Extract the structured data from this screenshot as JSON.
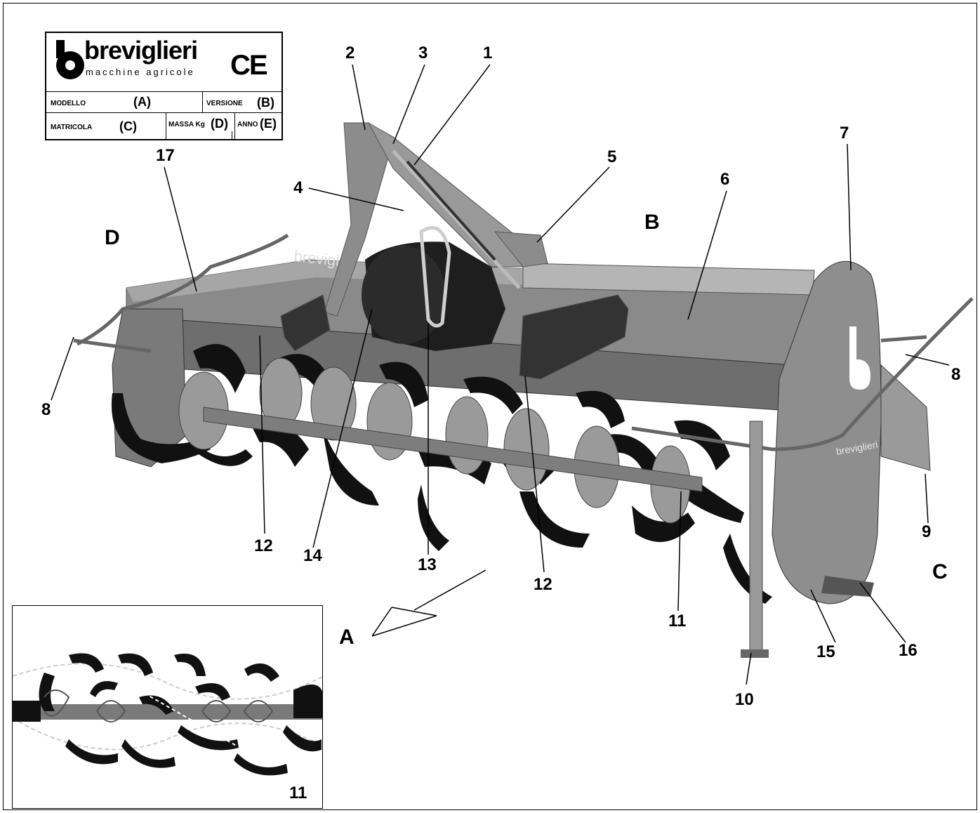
{
  "plate": {
    "brand": "breviglieri",
    "subtitle": "macchine agricole",
    "mark": "CE",
    "modello_label": "MODELLO",
    "modello_value": "(A)",
    "versione_label": "VERSIONE",
    "versione_value": "(B)",
    "matricola_label": "MATRICOLA",
    "matricola_value": "(C)",
    "massa_label": "MASSA Kg",
    "massa_value": "(D)",
    "anno_label": "ANNO",
    "anno_value": "(E)"
  },
  "callouts": {
    "n1": "1",
    "n2": "2",
    "n3": "3",
    "n4": "4",
    "n5": "5",
    "n6": "6",
    "n7": "7",
    "n8a": "8",
    "n8b": "8",
    "n9": "9",
    "n10": "10",
    "n11a": "11",
    "n11b": "11",
    "n12a": "12",
    "n12b": "12",
    "n13": "13",
    "n14": "14",
    "n15": "15",
    "n16": "16",
    "n17": "17"
  },
  "views": {
    "a": "A",
    "b": "B",
    "c": "C",
    "d": "D"
  },
  "machine_logo": "breviglieri",
  "machine_logo_short": "brevigl"
}
